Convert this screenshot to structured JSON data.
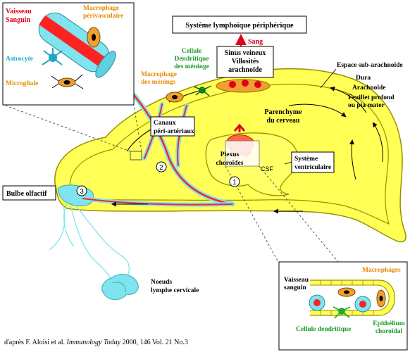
{
  "colors": {
    "brain_yellow": "#ffff55",
    "outline": "#9a8f00",
    "vessel_red": "#ff2222",
    "vessel_cyan": "#7fe4f0",
    "macrophage_orange": "#f0a030",
    "astrocyte_cyan": "#1aa7c8",
    "dendritic_green": "#22aa33",
    "label_red": "#e0001a",
    "label_orange": "#e88a00",
    "label_green": "#1a9a2a"
  },
  "inset_top_left": {
    "vessel": "Vaisseau\nSanguin",
    "perivascular_macrophage": "Macrophage\npérivasculaire",
    "astrocyte": "Astrocyte",
    "microglia": "Microgliale"
  },
  "peripheral_system": "Système lymphoique périphérique",
  "blood": "Sang",
  "venous_sinus": "Sinus veineux\nVillosités\narachnoïde",
  "meningeal_dendritic": "Cellule\nDendritique\ndes méninge",
  "meningeal_macrophage": "Macrophage\ndes ménings",
  "periarterial_canals": "Canaux\npéri-artériaux",
  "subarachnoid_space": "Espace sub-arachnoïde",
  "dura": "Dura",
  "arachnoid": "Arachnoïde",
  "pia_mater": "Feuillet profond\nou pia mater",
  "parenchyma": "Parenchyme\ndu cerveau",
  "choroid_plexus": "Plexus\nchoroïdes",
  "csf": "CSF",
  "ventricular_system": "Système\nventriculaire",
  "olfactory_bulb": "Bulbe olfactif",
  "cervical_nodes": "Noeuds\nlymphe cervicale",
  "markers": [
    "1",
    "2",
    "3"
  ],
  "inset_bottom_right": {
    "vessel": "Vaisseau\nsanguin",
    "macrophages": "Macrophages",
    "dendritic": "Cellule dendritique",
    "epithelium": "Epithélium\nchoroïdal"
  },
  "citation": {
    "prefix": "d'après F. Aloisi et al. ",
    "journal": "Immunology Today",
    "suffix": " 2000, 146 Vol. 21 No.3"
  }
}
